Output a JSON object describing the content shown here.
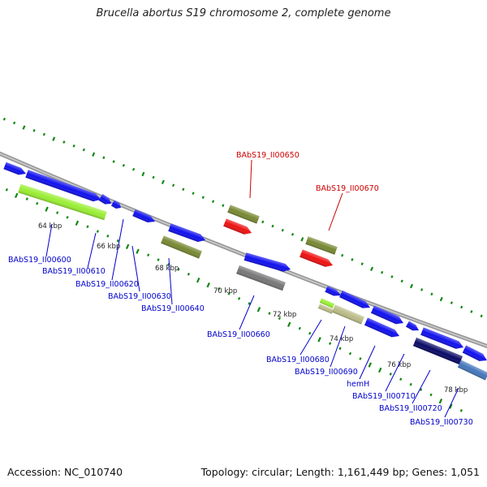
{
  "title": "Brucella abortus S19 chromosome 2, complete genome",
  "footer": {
    "accession": "Accession: NC_010740",
    "summary": "Topology: circular; Length: 1,161,449 bp; Genes: 1,051"
  },
  "ticks": [
    "64 kbp",
    "66 kbp",
    "68 kbp",
    "70 kbp",
    "72 kbp",
    "74 kbp",
    "76 kbp",
    "78 kbp"
  ],
  "genes": [
    {
      "label": "BAbS19_II00600",
      "color": "#0000cc"
    },
    {
      "label": "BAbS19_II00610",
      "color": "#0000cc"
    },
    {
      "label": "BAbS19_II00620",
      "color": "#0000cc"
    },
    {
      "label": "BAbS19_II00630",
      "color": "#0000cc"
    },
    {
      "label": "BAbS19_II00640",
      "color": "#0000cc"
    },
    {
      "label": "BAbS19_II00650",
      "color": "#cc0000"
    },
    {
      "label": "BAbS19_II00660",
      "color": "#0000cc"
    },
    {
      "label": "BAbS19_II00670",
      "color": "#cc0000"
    },
    {
      "label": "BAbS19_II00680",
      "color": "#0000cc"
    },
    {
      "label": "BAbS19_II00690",
      "color": "#0000cc"
    },
    {
      "label": "hemH",
      "color": "#0000cc"
    },
    {
      "label": "BAbS19_II00710",
      "color": "#0000cc"
    },
    {
      "label": "BAbS19_II00720",
      "color": "#0000cc"
    },
    {
      "label": "BAbS19_II00730",
      "color": "#0000cc"
    }
  ],
  "colors": {
    "cds": "#1010ee",
    "green_light": "#99ee33",
    "olive": "#778833",
    "red": "#ee1111",
    "gray": "#777777",
    "tan": "#bbbb88",
    "navy": "#0a0a66",
    "steel": "#4477bb",
    "backbone": "#999999",
    "gc_dots": "#118811"
  }
}
